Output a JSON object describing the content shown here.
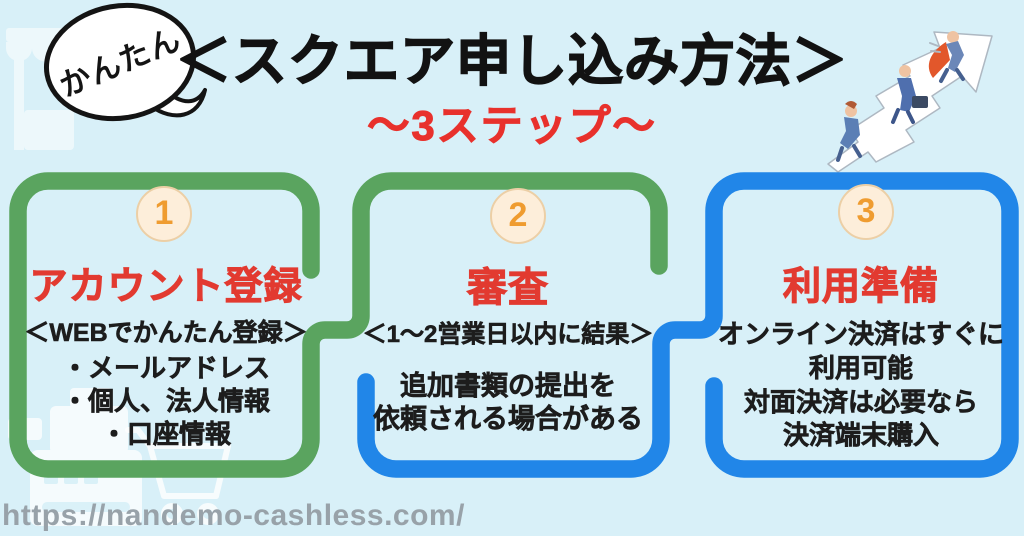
{
  "page": {
    "background": "#d8f0f8",
    "url_watermark": "https://nandemo-cashless.com/"
  },
  "header": {
    "badge_label": "かんたん",
    "title": "＜スクエア申し込み方法＞",
    "subtitle": "～3ステップ～"
  },
  "colors": {
    "green_frame": "#5aa45f",
    "blue_frame": "#2186e8",
    "red_text": "#e23a30",
    "orange_number": "#ef9c30",
    "circle_fill": "#fdeeda",
    "circle_border": "#eccfa6",
    "black_text": "#1d1d1d",
    "url_gray": "#98a2a9",
    "cape_orange": "#e2572b",
    "suit_blue": "#4f6fae"
  },
  "steps": [
    {
      "number": "1",
      "title": "アカウント登録",
      "lines": [
        "＜WEBでかんたん登録＞",
        "・メールアドレス",
        "・個人、法人情報",
        "・口座情報"
      ]
    },
    {
      "number": "2",
      "title": "審査",
      "lines": [
        "＜1～2営業日以内に結果＞",
        "追加書類の提出を",
        "依頼される場合がある"
      ]
    },
    {
      "number": "3",
      "title": "利用準備",
      "lines": [
        "オンライン決済はすぐに",
        "利用可能",
        "対面決済は必要なら",
        "決済端末購入"
      ]
    }
  ]
}
